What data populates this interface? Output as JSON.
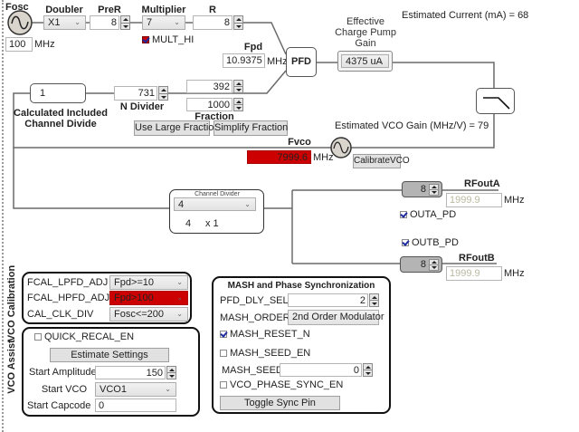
{
  "fosc": {
    "label": "Fosc",
    "value": "100",
    "unit": "MHz"
  },
  "doubler": {
    "label": "Doubler",
    "value": "X1"
  },
  "prer": {
    "label": "PreR",
    "value": "8"
  },
  "multiplier": {
    "label": "Multiplier",
    "value": "7"
  },
  "mult_hi": {
    "label": "MULT_HI",
    "checked": true
  },
  "r": {
    "label": "R",
    "value": "8"
  },
  "fpd": {
    "label": "Fpd",
    "value": "10.9375",
    "unit": "MHz"
  },
  "pfd": {
    "label": "PFD"
  },
  "charge_pump": {
    "label_lines": [
      "Effective",
      "Charge Pump",
      "Gain"
    ],
    "value": "4375 uA"
  },
  "estimated_current": "Estimated Current (mA) = 68",
  "calc_channel_divide": {
    "value": "1",
    "label_lines": [
      "Calculated Included",
      "Channel Divide"
    ]
  },
  "n_divider": {
    "label": "N Divider",
    "value": "731"
  },
  "fraction": {
    "label": "Fraction",
    "numerator": "392",
    "denominator": "1000"
  },
  "fraction_buttons": {
    "use_large_fraction": "Use Large Fraction",
    "simplify_fraction": "Simplify Fraction"
  },
  "vco_gain": "Estimated VCO Gain (MHz/V) = 79",
  "fvco": {
    "label": "Fvco",
    "value": "7999.6",
    "unit": "MHz"
  },
  "calibrate_vco": "CalibrateVCO",
  "channel_divider": {
    "label": "Channel Divider",
    "value": "4",
    "readout_value": "4",
    "readout_mult": "x 1"
  },
  "rfouta": {
    "label": "RFoutA",
    "divider": "8",
    "value": "1999.9",
    "unit": "MHz",
    "pd_label": "OUTA_PD",
    "pd_checked": true
  },
  "rfoutb": {
    "label": "RFoutB",
    "divider": "8",
    "value": "1999.9",
    "unit": "MHz",
    "pd_label": "OUTB_PD",
    "pd_checked": true
  },
  "vco_calibration": {
    "title": "VCO Calibration",
    "rows": [
      {
        "label": "FCAL_LPFD_ADJ",
        "value": "Fpd>=10",
        "alert": false
      },
      {
        "label": "FCAL_HPFD_ADJ",
        "value": "Fpd>100",
        "alert": true
      },
      {
        "label": "CAL_CLK_DIV",
        "value": "Fosc<=200",
        "alert": false
      }
    ]
  },
  "vco_assist": {
    "title": "VCO Assist",
    "quick_recal": {
      "label": "QUICK_RECAL_EN",
      "checked": false
    },
    "estimate_button": "Estimate Settings",
    "start_amplitude": {
      "label": "Start Amplitude",
      "value": "150"
    },
    "start_vco": {
      "label": "Start VCO",
      "value": "VCO1"
    },
    "start_capcode": {
      "label": "Start Capcode",
      "value": "0"
    }
  },
  "mash": {
    "title": "MASH and Phase Synchronization",
    "pfd_dly_sel": {
      "label": "PFD_DLY_SEL",
      "value": "2"
    },
    "mash_order": {
      "label": "MASH_ORDER",
      "value": "2nd Order Modulator"
    },
    "mash_reset_n": {
      "label": "MASH_RESET_N",
      "checked": true
    },
    "mash_seed_en": {
      "label": "MASH_SEED_EN",
      "checked": false
    },
    "mash_seed": {
      "label": "MASH_SEED",
      "value": "0"
    },
    "vco_phase_sync_en": {
      "label": "VCO_PHASE_SYNC_EN",
      "checked": false
    },
    "toggle_button": "Toggle Sync Pin"
  },
  "colors": {
    "alert_red": "#cc0000",
    "check_blue": "#1e2aa0",
    "wire": "#6a6a6a"
  }
}
